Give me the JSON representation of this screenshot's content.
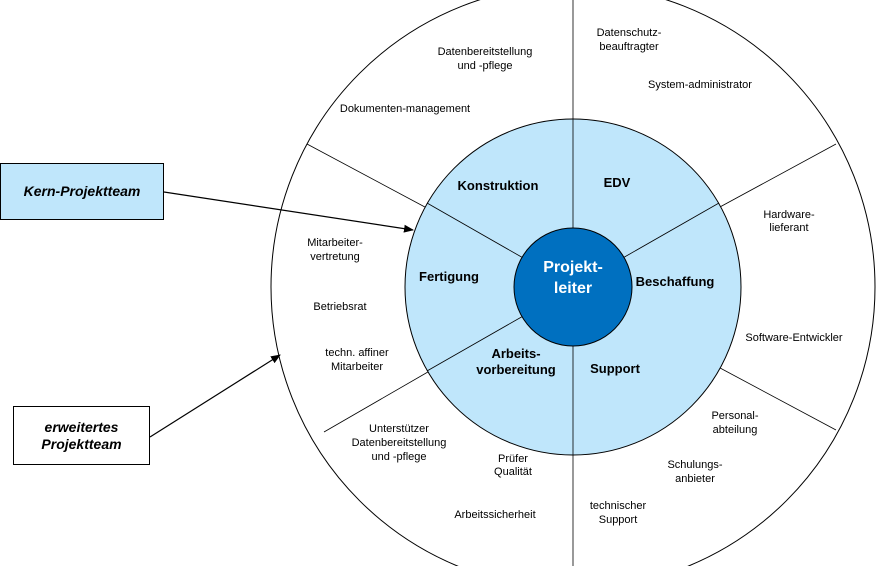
{
  "center": {
    "line1": "Projekt-",
    "line2": "leiter"
  },
  "inner_ring": {
    "konstruktion": "Konstruktion",
    "edv": "EDV",
    "beschaffung": "Beschaffung",
    "support": "Support",
    "arbeitsvorbereitung_1": "Arbeits-",
    "arbeitsvorbereitung_2": "vorbereitung",
    "fertigung": "Fertigung"
  },
  "outer_ring": {
    "datenbereitstellung_1": "Datenbereitstellung",
    "datenbereitstellung_2": "und -pflege",
    "dokumentenmanagement": "Dokumenten-management",
    "datenschutz_1": "Datenschutz-",
    "datenschutz_2": "beauftragter",
    "systemadministrator": "System-administrator",
    "hardware_1": "Hardware-",
    "hardware_2": "lieferant",
    "software": "Software-Entwickler",
    "personal_1": "Personal-",
    "personal_2": "abteilung",
    "schulung_1": "Schulungs-",
    "schulung_2": "anbieter",
    "tech_support_1": "technischer",
    "tech_support_2": "Support",
    "pruefer_1": "Prüfer",
    "pruefer_2": "Qualität",
    "arbeitssicherheit": "Arbeitssicherheit",
    "unterstuetzer_1": "Unterstützer",
    "unterstuetzer_2": "Datenbereitstellung",
    "unterstuetzer_3": "und -pflege",
    "mitarbeitervertretung_1": "Mitarbeiter-",
    "mitarbeitervertretung_2": "vertretung",
    "betriebsrat": "Betriebsrat",
    "techn_mitarbeiter_1": "techn. affiner",
    "techn_mitarbeiter_2": "Mitarbeiter"
  },
  "legend": {
    "core_team": "Kern-Projektteam",
    "extended_team_1": "erweitertes",
    "extended_team_2": "Projektteam"
  },
  "colors": {
    "center_fill": "#0070c0",
    "inner_fill": "#bfe6fb",
    "outer_fill": "#ffffff",
    "stroke": "#000000"
  }
}
